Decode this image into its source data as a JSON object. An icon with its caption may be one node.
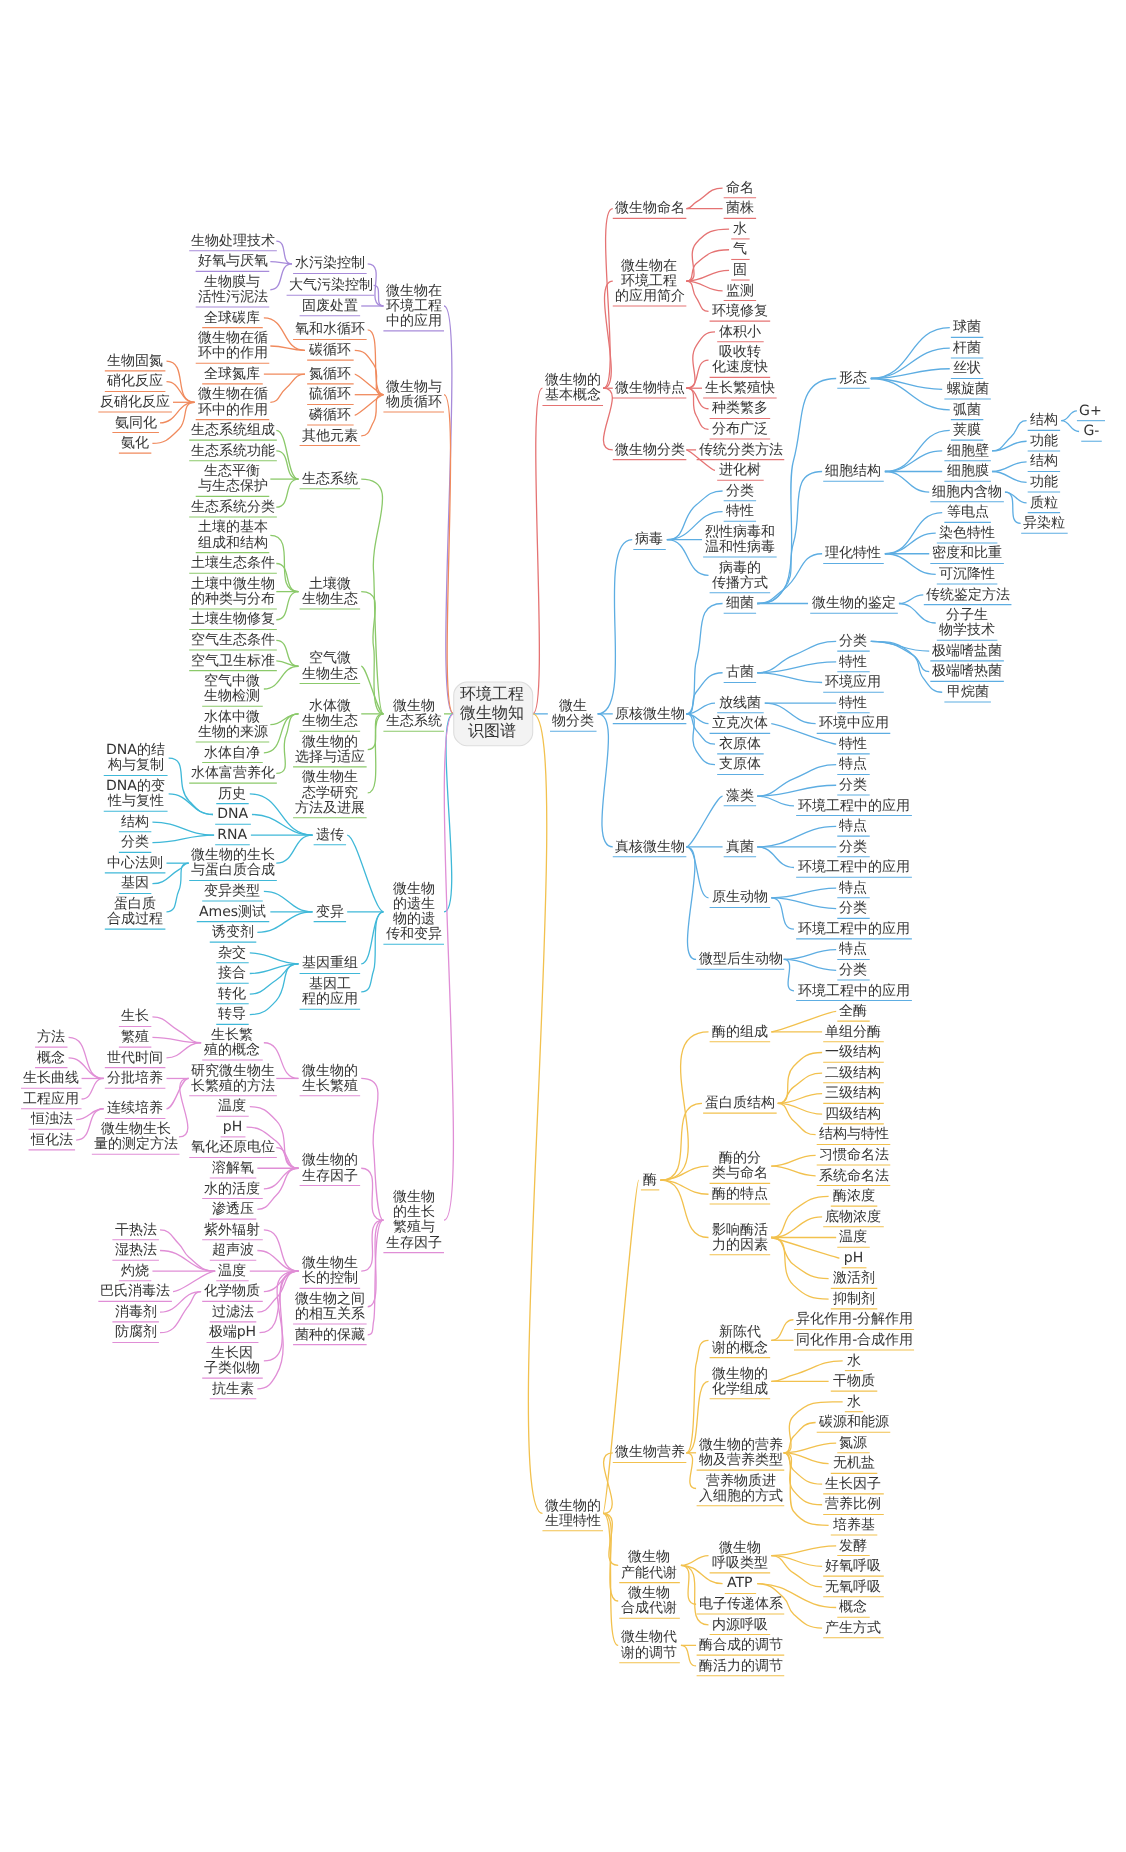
{
  "diagram": {
    "nodes": [
      {
        "text": [
          "环境工程微生物知识图谱"
        ]
      },
      {
        "text": [
          "微生物的基本概念"
        ]
      },
      {
        "text": [
          "微生物命名"
        ]
      },
      {
        "text": [
          "命名"
        ]
      },
      {
        "text": [
          "菌株"
        ]
      },
      {
        "text": [
          "微生物在环境工程的应用简介"
        ]
      },
      {
        "text": [
          "水"
        ]
      },
      {
        "text": [
          "气"
        ]
      },
      {
        "text": [
          "固"
        ]
      },
      {
        "text": [
          "监测"
        ]
      },
      {
        "text": [
          "环境修复"
        ]
      },
      {
        "text": [
          "微生物特点"
        ]
      },
      {
        "text": [
          "体积小"
        ]
      },
      {
        "text": [
          "吸收转化速度快"
        ]
      },
      {
        "text": [
          "生长繁殖快"
        ]
      },
      {
        "text": [
          "种类繁多"
        ]
      },
      {
        "text": [
          "分布广泛"
        ]
      },
      {
        "text": [
          "微生物分类"
        ]
      },
      {
        "text": [
          "传统分类方法"
        ]
      },
      {
        "text": [
          "进化树"
        ]
      },
      {
        "text": [
          "微生物分类"
        ]
      },
      {
        "text": [
          "病毒"
        ]
      },
      {
        "text": [
          "分类"
        ]
      },
      {
        "text": [
          "特性"
        ]
      },
      {
        "text": [
          "烈性病毒和温和性病毒"
        ]
      },
      {
        "text": [
          "病毒的传播方式"
        ]
      },
      {
        "text": [
          "原核微生物"
        ]
      },
      {
        "text": [
          "细菌"
        ]
      },
      {
        "text": [
          "形态"
        ]
      },
      {
        "text": [
          "球菌"
        ]
      },
      {
        "text": [
          "杆菌"
        ]
      },
      {
        "text": [
          "丝状"
        ]
      },
      {
        "text": [
          "螺旋菌"
        ]
      },
      {
        "text": [
          "弧菌"
        ]
      },
      {
        "text": [
          "细胞结构"
        ]
      },
      {
        "text": [
          "荚膜"
        ]
      },
      {
        "text": [
          "细胞壁"
        ]
      },
      {
        "text": [
          "结构"
        ]
      },
      {
        "text": [
          "G+"
        ]
      },
      {
        "text": [
          "G-"
        ]
      },
      {
        "text": [
          "功能"
        ]
      },
      {
        "text": [
          "细胞膜"
        ]
      },
      {
        "text": [
          "结构"
        ]
      },
      {
        "text": [
          "功能"
        ]
      },
      {
        "text": [
          "细胞内含物"
        ]
      },
      {
        "text": [
          "质粒"
        ]
      },
      {
        "text": [
          "异染粒"
        ]
      },
      {
        "text": [
          "理化特性"
        ]
      },
      {
        "text": [
          "等电点"
        ]
      },
      {
        "text": [
          "染色特性"
        ]
      },
      {
        "text": [
          "密度和比重"
        ]
      },
      {
        "text": [
          "可沉降性"
        ]
      },
      {
        "text": [
          "微生物的鉴定"
        ]
      },
      {
        "text": [
          "传统鉴定方法"
        ]
      },
      {
        "text": [
          "分子生物学技术"
        ]
      },
      {
        "text": [
          "古菌"
        ]
      },
      {
        "text": [
          "分类"
        ]
      },
      {
        "text": [
          "极端嗜盐菌"
        ]
      },
      {
        "text": [
          "极端嗜热菌"
        ]
      },
      {
        "text": [
          "甲烷菌"
        ]
      },
      {
        "text": [
          "特性"
        ]
      },
      {
        "text": [
          "环境应用"
        ]
      },
      {
        "text": [
          "放线菌"
        ]
      },
      {
        "text": [
          "特性"
        ]
      },
      {
        "text": [
          "环境中应用"
        ]
      },
      {
        "text": [
          "立克次体"
        ]
      },
      {
        "text": [
          "特性"
        ]
      },
      {
        "text": [
          "衣原体"
        ]
      },
      {
        "text": [
          "支原体"
        ]
      },
      {
        "text": [
          "真核微生物"
        ]
      },
      {
        "text": [
          "藻类"
        ]
      },
      {
        "text": [
          "特点"
        ]
      },
      {
        "text": [
          "分类"
        ]
      },
      {
        "text": [
          "环境工程中的应用"
        ]
      },
      {
        "text": [
          "真菌"
        ]
      },
      {
        "text": [
          "特点"
        ]
      },
      {
        "text": [
          "分类"
        ]
      },
      {
        "text": [
          "环境工程中的应用"
        ]
      },
      {
        "text": [
          "原生动物"
        ]
      },
      {
        "text": [
          "特点"
        ]
      },
      {
        "text": [
          "分类"
        ]
      },
      {
        "text": [
          "环境工程中的应用"
        ]
      },
      {
        "text": [
          "微型后生动物"
        ]
      },
      {
        "text": [
          "特点"
        ]
      },
      {
        "text": [
          "分类"
        ]
      },
      {
        "text": [
          "环境工程中的应用"
        ]
      },
      {
        "text": [
          "微生物的生理特性"
        ]
      },
      {
        "text": [
          "酶"
        ]
      },
      {
        "text": [
          "酶的组成"
        ]
      },
      {
        "text": [
          "全酶"
        ]
      },
      {
        "text": [
          "单组分酶"
        ]
      },
      {
        "text": [
          "蛋白质结构"
        ]
      },
      {
        "text": [
          "一级结构"
        ]
      },
      {
        "text": [
          "二级结构"
        ]
      },
      {
        "text": [
          "三级结构"
        ]
      },
      {
        "text": [
          "四级结构"
        ]
      },
      {
        "text": [
          "结构与特性"
        ]
      },
      {
        "text": [
          "酶的分类与命名"
        ]
      },
      {
        "text": [
          "习惯命名法"
        ]
      },
      {
        "text": [
          "系统命名法"
        ]
      },
      {
        "text": [
          "酶的特点"
        ]
      },
      {
        "text": [
          "影响酶活力的因素"
        ]
      },
      {
        "text": [
          "酶浓度"
        ]
      },
      {
        "text": [
          "底物浓度"
        ]
      },
      {
        "text": [
          "温度"
        ]
      },
      {
        "text": [
          "pH"
        ]
      },
      {
        "text": [
          "激活剂"
        ]
      },
      {
        "text": [
          "抑制剂"
        ]
      },
      {
        "text": [
          "微生物营养"
        ]
      },
      {
        "text": [
          "新陈代谢的概念"
        ]
      },
      {
        "text": [
          "异化作用-分解作用"
        ]
      },
      {
        "text": [
          "同化作用-合成作用"
        ]
      },
      {
        "text": [
          "微生物的化学组成"
        ]
      },
      {
        "text": [
          "水"
        ]
      },
      {
        "text": [
          "干物质"
        ]
      },
      {
        "text": [
          "微生物的营养物及营养类型"
        ]
      },
      {
        "text": [
          "水"
        ]
      },
      {
        "text": [
          "碳源和能源"
        ]
      },
      {
        "text": [
          "氮源"
        ]
      },
      {
        "text": [
          "无机盐"
        ]
      },
      {
        "text": [
          "生长因子"
        ]
      },
      {
        "text": [
          "营养比例"
        ]
      },
      {
        "text": [
          "培养基"
        ]
      },
      {
        "text": [
          "营养物质进入细胞的方式"
        ]
      },
      {
        "text": [
          "微生物产能代谢"
        ]
      },
      {
        "text": [
          "微生物呼吸类型"
        ]
      },
      {
        "text": [
          "发酵"
        ]
      },
      {
        "text": [
          "好氧呼吸"
        ]
      },
      {
        "text": [
          "无氧呼吸"
        ]
      },
      {
        "text": [
          "ATP"
        ]
      },
      {
        "text": [
          "概念"
        ]
      },
      {
        "text": [
          "产生方式"
        ]
      },
      {
        "text": [
          "电子传递体系"
        ]
      },
      {
        "text": [
          "内源呼吸"
        ]
      },
      {
        "text": [
          "微生物合成代谢"
        ]
      },
      {
        "text": [
          "微生物代谢的调节"
        ]
      },
      {
        "text": [
          "酶合成的调节"
        ]
      },
      {
        "text": [
          "酶活力的调节"
        ]
      },
      {
        "text": [
          "微生物在环境工程中的应用"
        ]
      },
      {
        "text": [
          "水污染控制"
        ]
      },
      {
        "text": [
          "生物处理技术"
        ]
      },
      {
        "text": [
          "好氧与厌氧"
        ]
      },
      {
        "text": [
          "生物膜与活性污泥法"
        ]
      },
      {
        "text": [
          "大气污染控制"
        ]
      },
      {
        "text": [
          "固废处置"
        ]
      },
      {
        "text": [
          "微生物与物质循环"
        ]
      },
      {
        "text": [
          "氧和水循环"
        ]
      },
      {
        "text": [
          "碳循环"
        ]
      },
      {
        "text": [
          "全球碳库"
        ]
      },
      {
        "text": [
          "微生物在循环中的作用"
        ]
      },
      {
        "text": [
          "氮循环"
        ]
      },
      {
        "text": [
          "全球氮库"
        ]
      },
      {
        "text": [
          "微生物在循环中的作用"
        ]
      },
      {
        "text": [
          "生物固氮"
        ]
      },
      {
        "text": [
          "硝化反应"
        ]
      },
      {
        "text": [
          "反硝化反应"
        ]
      },
      {
        "text": [
          "氨同化"
        ]
      },
      {
        "text": [
          "氨化"
        ]
      },
      {
        "text": [
          "硫循环"
        ]
      },
      {
        "text": [
          "磷循环"
        ]
      },
      {
        "text": [
          "其他元素"
        ]
      },
      {
        "text": [
          "微生物生态系统"
        ]
      },
      {
        "text": [
          "生态系统"
        ]
      },
      {
        "text": [
          "生态系统组成"
        ]
      },
      {
        "text": [
          "生态系统功能"
        ]
      },
      {
        "text": [
          "生态平衡与生态保护"
        ]
      },
      {
        "text": [
          "生态系统分类"
        ]
      },
      {
        "text": [
          "土壤微生物生态"
        ]
      },
      {
        "text": [
          "土壤的基本组成和结构"
        ]
      },
      {
        "text": [
          "土壤生态条件"
        ]
      },
      {
        "text": [
          "土壤中微生物的种类与分布"
        ]
      },
      {
        "text": [
          "土壤生物修复"
        ]
      },
      {
        "text": [
          "空气微生物生态"
        ]
      },
      {
        "text": [
          "空气生态条件"
        ]
      },
      {
        "text": [
          "空气卫生标准"
        ]
      },
      {
        "text": [
          "空气中微生物检测"
        ]
      },
      {
        "text": [
          "水体微生物生态"
        ]
      },
      {
        "text": [
          "水体中微生物的来源"
        ]
      },
      {
        "text": [
          "水体自净"
        ]
      },
      {
        "text": [
          "水体富营养化"
        ]
      },
      {
        "text": [
          "微生物的选择与适应"
        ]
      },
      {
        "text": [
          "微生物生态学研究方法及进展"
        ]
      },
      {
        "text": [
          "微生物的遗生物的遗传和变异"
        ]
      },
      {
        "text": [
          "遗传"
        ]
      },
      {
        "text": [
          "历史"
        ]
      },
      {
        "text": [
          "DNA"
        ]
      },
      {
        "text": [
          "DNA的结构与复制"
        ]
      },
      {
        "text": [
          "DNA的变性与复性"
        ]
      },
      {
        "text": [
          "RNA"
        ]
      },
      {
        "text": [
          "结构"
        ]
      },
      {
        "text": [
          "分类"
        ]
      },
      {
        "text": [
          "微生物的生长与蛋白质合成"
        ]
      },
      {
        "text": [
          "中心法则"
        ]
      },
      {
        "text": [
          "基因"
        ]
      },
      {
        "text": [
          "蛋白质合成过程"
        ]
      },
      {
        "text": [
          "变异"
        ]
      },
      {
        "text": [
          "变异类型"
        ]
      },
      {
        "text": [
          "Ames测试"
        ]
      },
      {
        "text": [
          "诱变剂"
        ]
      },
      {
        "text": [
          "基因重组"
        ]
      },
      {
        "text": [
          "杂交"
        ]
      },
      {
        "text": [
          "接合"
        ]
      },
      {
        "text": [
          "转化"
        ]
      },
      {
        "text": [
          "转导"
        ]
      },
      {
        "text": [
          "基因工程的应用"
        ]
      },
      {
        "text": [
          "微生物的生长繁殖与生存因子"
        ]
      },
      {
        "text": [
          "微生物的生长繁殖"
        ]
      },
      {
        "text": [
          "生长繁殖的概念"
        ]
      },
      {
        "text": [
          "生长"
        ]
      },
      {
        "text": [
          "繁殖"
        ]
      },
      {
        "text": [
          "世代时间"
        ]
      },
      {
        "text": [
          "研究微生物生长繁殖的方法"
        ]
      },
      {
        "text": [
          "分批培养"
        ]
      },
      {
        "text": [
          "方法"
        ]
      },
      {
        "text": [
          "概念"
        ]
      },
      {
        "text": [
          "生长曲线"
        ]
      },
      {
        "text": [
          "工程应用"
        ]
      },
      {
        "text": [
          "连续培养"
        ]
      },
      {
        "text": [
          "恒浊法"
        ]
      },
      {
        "text": [
          "恒化法"
        ]
      },
      {
        "text": [
          "微生物生长量的测定方法"
        ]
      },
      {
        "text": [
          "微生物的生存因子"
        ]
      },
      {
        "text": [
          "温度"
        ]
      },
      {
        "text": [
          "pH"
        ]
      },
      {
        "text": [
          "氧化还原电位"
        ]
      },
      {
        "text": [
          "溶解氧"
        ]
      },
      {
        "text": [
          "水的活度"
        ]
      },
      {
        "text": [
          "渗透压"
        ]
      },
      {
        "text": [
          "微生物生长的控制"
        ]
      },
      {
        "text": [
          "紫外辐射"
        ]
      },
      {
        "text": [
          "超声波"
        ]
      },
      {
        "text": [
          "温度"
        ]
      },
      {
        "text": [
          "干热法"
        ]
      },
      {
        "text": [
          "湿热法"
        ]
      },
      {
        "text": [
          "灼烧"
        ]
      },
      {
        "text": [
          "巴氏消毒法"
        ]
      },
      {
        "text": [
          "化学物质"
        ]
      },
      {
        "text": [
          "消毒剂"
        ]
      },
      {
        "text": [
          "防腐剂"
        ]
      },
      {
        "text": [
          "过滤法"
        ]
      },
      {
        "text": [
          "极端pH"
        ]
      },
      {
        "text": [
          "生长因子类似物"
        ]
      },
      {
        "text": [
          "抗生素"
        ]
      },
      {
        "text": [
          "微生物之间的相互关系"
        ]
      },
      {
        "text": [
          "菌种的保藏"
        ]
      }
    ],
    "edges": [
      {
        "from": 0,
        "to": 1,
        "arrow": "none",
        "color": "#e57373"
      },
      {
        "from": 1,
        "to": 2,
        "arrow": "none",
        "color": "#e57373"
      },
      {
        "from": 2,
        "to": 3,
        "arrow": "none",
        "color": "#e57373"
      },
      {
        "from": 2,
        "to": 4,
        "arrow": "none",
        "color": "#e57373"
      },
      {
        "from": 1,
        "to": 5,
        "arrow": "none",
        "color": "#e57373"
      },
      {
        "from": 5,
        "to": 6,
        "arrow": "none",
        "color": "#e57373"
      },
      {
        "from": 5,
        "to": 7,
        "arrow": "none",
        "color": "#e57373"
      },
      {
        "from": 5,
        "to": 8,
        "arrow": "none",
        "color": "#e57373"
      },
      {
        "from": 5,
        "to": 9,
        "arrow": "none",
        "color": "#e57373"
      },
      {
        "from": 5,
        "to": 10,
        "arrow": "none",
        "color": "#e57373"
      },
      {
        "from": 1,
        "to": 11,
        "arrow": "none",
        "color": "#e57373"
      },
      {
        "from": 11,
        "to": 12,
        "arrow": "none",
        "color": "#e57373"
      },
      {
        "from": 11,
        "to": 13,
        "arrow": "none",
        "color": "#e57373"
      },
      {
        "from": 11,
        "to": 14,
        "arrow": "none",
        "color": "#e57373"
      },
      {
        "from": 11,
        "to": 15,
        "arrow": "none",
        "color": "#e57373"
      },
      {
        "from": 11,
        "to": 16,
        "arrow": "none",
        "color": "#e57373"
      },
      {
        "from": 1,
        "to": 17,
        "arrow": "none",
        "color": "#e57373"
      },
      {
        "from": 17,
        "to": 18,
        "arrow": "none",
        "color": "#e57373"
      },
      {
        "from": 17,
        "to": 19,
        "arrow": "none",
        "color": "#e57373"
      },
      {
        "from": 0,
        "to": 20,
        "arrow": "none"
      },
      {
        "from": 20,
        "to": 21,
        "arrow": "none"
      },
      {
        "from": 21,
        "to": 22,
        "arrow": "none"
      },
      {
        "from": 21,
        "to": 23,
        "arrow": "none"
      },
      {
        "from": 21,
        "to": 24,
        "arrow": "none"
      },
      {
        "from": 21,
        "to": 25,
        "arrow": "none"
      },
      {
        "from": 20,
        "to": 26,
        "arrow": "none"
      },
      {
        "from": 26,
        "to": 27,
        "arrow": "none"
      },
      {
        "from": 27,
        "to": 28,
        "arrow": "none"
      },
      {
        "from": 28,
        "to": 29,
        "arrow": "none"
      },
      {
        "from": 28,
        "to": 30,
        "arrow": "none"
      },
      {
        "from": 28,
        "to": 31,
        "arrow": "none"
      },
      {
        "from": 28,
        "to": 32,
        "arrow": "none"
      },
      {
        "from": 28,
        "to": 33,
        "arrow": "none"
      },
      {
        "from": 27,
        "to": 34,
        "arrow": "none"
      },
      {
        "from": 34,
        "to": 35,
        "arrow": "none"
      },
      {
        "from": 34,
        "to": 36,
        "arrow": "none"
      },
      {
        "from": 36,
        "to": 37,
        "arrow": "none"
      },
      {
        "from": 37,
        "to": 38,
        "arrow": "none"
      },
      {
        "from": 37,
        "to": 39,
        "arrow": "none"
      },
      {
        "from": 36,
        "to": 40,
        "arrow": "none"
      },
      {
        "from": 34,
        "to": 41,
        "arrow": "none"
      },
      {
        "from": 41,
        "to": 42,
        "arrow": "none"
      },
      {
        "from": 41,
        "to": 43,
        "arrow": "none"
      },
      {
        "from": 34,
        "to": 44,
        "arrow": "none"
      },
      {
        "from": 44,
        "to": 45,
        "arrow": "none"
      },
      {
        "from": 44,
        "to": 46,
        "arrow": "none"
      },
      {
        "from": 27,
        "to": 47,
        "arrow": "none"
      },
      {
        "from": 47,
        "to": 48,
        "arrow": "none"
      },
      {
        "from": 47,
        "to": 49,
        "arrow": "none"
      },
      {
        "from": 47,
        "to": 50,
        "arrow": "none"
      },
      {
        "from": 47,
        "to": 51,
        "arrow": "none"
      },
      {
        "from": 27,
        "to": 52,
        "arrow": "none"
      },
      {
        "from": 52,
        "to": 53,
        "arrow": "none"
      },
      {
        "from": 52,
        "to": 54,
        "arrow": "none"
      },
      {
        "from": 26,
        "to": 55,
        "arrow": "none"
      },
      {
        "from": 55,
        "to": 56,
        "arrow": "none"
      },
      {
        "from": 56,
        "to": 57,
        "arrow": "none"
      },
      {
        "from": 56,
        "to": 58,
        "arrow": "none"
      },
      {
        "from": 56,
        "to": 59,
        "arrow": "none"
      },
      {
        "from": 55,
        "to": 60,
        "arrow": "none"
      },
      {
        "from": 55,
        "to": 61,
        "arrow": "none"
      },
      {
        "from": 26,
        "to": 62,
        "arrow": "none"
      },
      {
        "from": 62,
        "to": 63,
        "arrow": "none"
      },
      {
        "from": 62,
        "to": 64,
        "arrow": "none"
      },
      {
        "from": 26,
        "to": 65,
        "arrow": "none"
      },
      {
        "from": 65,
        "to": 66,
        "arrow": "none"
      },
      {
        "from": 26,
        "to": 67,
        "arrow": "none"
      },
      {
        "from": 26,
        "to": 68,
        "arrow": "none"
      },
      {
        "from": 20,
        "to": 69,
        "arrow": "none"
      },
      {
        "from": 69,
        "to": 70,
        "arrow": "none"
      },
      {
        "from": 70,
        "to": 71,
        "arrow": "none"
      },
      {
        "from": 70,
        "to": 72,
        "arrow": "none"
      },
      {
        "from": 70,
        "to": 73,
        "arrow": "none"
      },
      {
        "from": 69,
        "to": 74,
        "arrow": "none"
      },
      {
        "from": 74,
        "to": 75,
        "arrow": "none"
      },
      {
        "from": 74,
        "to": 76,
        "arrow": "none"
      },
      {
        "from": 74,
        "to": 77,
        "arrow": "none"
      },
      {
        "from": 69,
        "to": 78,
        "arrow": "none"
      },
      {
        "from": 78,
        "to": 79,
        "arrow": "none"
      },
      {
        "from": 78,
        "to": 80,
        "arrow": "none"
      },
      {
        "from": 78,
        "to": 81,
        "arrow": "none"
      },
      {
        "from": 69,
        "to": 82,
        "arrow": "none"
      },
      {
        "from": 82,
        "to": 83,
        "arrow": "none"
      },
      {
        "from": 82,
        "to": 84,
        "arrow": "none"
      },
      {
        "from": 82,
        "to": 85,
        "arrow": "none"
      },
      {
        "from": 0,
        "to": 86,
        "arrow": "none",
        "color": "#f2c14e"
      },
      {
        "from": 86,
        "to": 87,
        "arrow": "none",
        "color": "#f2c14e"
      },
      {
        "from": 87,
        "to": 88,
        "arrow": "none",
        "color": "#f2c14e"
      },
      {
        "from": 88,
        "to": 89,
        "arrow": "none",
        "color": "#f2c14e"
      },
      {
        "from": 88,
        "to": 90,
        "arrow": "none",
        "color": "#f2c14e"
      },
      {
        "from": 87,
        "to": 91,
        "arrow": "none",
        "color": "#f2c14e"
      },
      {
        "from": 91,
        "to": 92,
        "arrow": "none",
        "color": "#f2c14e"
      },
      {
        "from": 91,
        "to": 93,
        "arrow": "none",
        "color": "#f2c14e"
      },
      {
        "from": 91,
        "to": 94,
        "arrow": "none",
        "color": "#f2c14e"
      },
      {
        "from": 91,
        "to": 95,
        "arrow": "none",
        "color": "#f2c14e"
      },
      {
        "from": 91,
        "to": 96,
        "arrow": "none",
        "color": "#f2c14e"
      },
      {
        "from": 87,
        "to": 97,
        "arrow": "none",
        "color": "#f2c14e"
      },
      {
        "from": 97,
        "to": 98,
        "arrow": "none",
        "color": "#f2c14e"
      },
      {
        "from": 97,
        "to": 99,
        "arrow": "none",
        "color": "#f2c14e"
      },
      {
        "from": 87,
        "to": 100,
        "arrow": "none",
        "color": "#f2c14e"
      },
      {
        "from": 87,
        "to": 101,
        "arrow": "none",
        "color": "#f2c14e"
      },
      {
        "from": 101,
        "to": 102,
        "arrow": "none",
        "color": "#f2c14e"
      },
      {
        "from": 101,
        "to": 103,
        "arrow": "none",
        "color": "#f2c14e"
      },
      {
        "from": 101,
        "to": 104,
        "arrow": "none",
        "color": "#f2c14e"
      },
      {
        "from": 101,
        "to": 105,
        "arrow": "none",
        "color": "#f2c14e"
      },
      {
        "from": 101,
        "to": 106,
        "arrow": "none",
        "color": "#f2c14e"
      },
      {
        "from": 101,
        "to": 107,
        "arrow": "none",
        "color": "#f2c14e"
      },
      {
        "from": 86,
        "to": 108,
        "arrow": "none",
        "color": "#f2c14e"
      },
      {
        "from": 108,
        "to": 109,
        "arrow": "none",
        "color": "#f2c14e"
      },
      {
        "from": 109,
        "to": 110,
        "arrow": "none",
        "color": "#f2c14e"
      },
      {
        "from": 109,
        "to": 111,
        "arrow": "none",
        "color": "#f2c14e"
      },
      {
        "from": 108,
        "to": 112,
        "arrow": "none",
        "color": "#f2c14e"
      },
      {
        "from": 112,
        "to": 113,
        "arrow": "none",
        "color": "#f2c14e"
      },
      {
        "from": 112,
        "to": 114,
        "arrow": "none",
        "color": "#f2c14e"
      },
      {
        "from": 108,
        "to": 115,
        "arrow": "none",
        "color": "#f2c14e"
      },
      {
        "from": 115,
        "to": 116,
        "arrow": "none",
        "color": "#f2c14e"
      },
      {
        "from": 115,
        "to": 117,
        "arrow": "none",
        "color": "#f2c14e"
      },
      {
        "from": 115,
        "to": 118,
        "arrow": "none",
        "color": "#f2c14e"
      },
      {
        "from": 115,
        "to": 119,
        "arrow": "none",
        "color": "#f2c14e"
      },
      {
        "from": 115,
        "to": 120,
        "arrow": "none",
        "color": "#f2c14e"
      },
      {
        "from": 115,
        "to": 121,
        "arrow": "none",
        "color": "#f2c14e"
      },
      {
        "from": 115,
        "to": 122,
        "arrow": "none",
        "color": "#f2c14e"
      },
      {
        "from": 108,
        "to": 123,
        "arrow": "none",
        "color": "#f2c14e"
      },
      {
        "from": 86,
        "to": 124,
        "arrow": "none",
        "color": "#f2c14e"
      },
      {
        "from": 124,
        "to": 125,
        "arrow": "none",
        "color": "#f2c14e"
      },
      {
        "from": 125,
        "to": 126,
        "arrow": "none",
        "color": "#f2c14e"
      },
      {
        "from": 125,
        "to": 127,
        "arrow": "none",
        "color": "#f2c14e"
      },
      {
        "from": 125,
        "to": 128,
        "arrow": "none",
        "color": "#f2c14e"
      },
      {
        "from": 124,
        "to": 129,
        "arrow": "none",
        "color": "#f2c14e"
      },
      {
        "from": 129,
        "to": 130,
        "arrow": "none",
        "color": "#f2c14e"
      },
      {
        "from": 129,
        "to": 131,
        "arrow": "none",
        "color": "#f2c14e"
      },
      {
        "from": 124,
        "to": 132,
        "arrow": "none",
        "color": "#f2c14e"
      },
      {
        "from": 124,
        "to": 133,
        "arrow": "none",
        "color": "#f2c14e"
      },
      {
        "from": 86,
        "to": 134,
        "arrow": "none",
        "color": "#f2c14e"
      },
      {
        "from": 86,
        "to": 135,
        "arrow": "none",
        "color": "#f2c14e"
      },
      {
        "from": 135,
        "to": 136,
        "arrow": "none",
        "color": "#f2c14e"
      },
      {
        "from": 135,
        "to": 137,
        "arrow": "none",
        "color": "#f2c14e"
      },
      {
        "from": 0,
        "to": 138,
        "arrow": "none",
        "color": "#a78bda"
      },
      {
        "from": 138,
        "to": 139,
        "arrow": "none",
        "color": "#a78bda"
      },
      {
        "from": 139,
        "to": 140,
        "arrow": "none",
        "color": "#a78bda"
      },
      {
        "from": 139,
        "to": 141,
        "arrow": "none",
        "color": "#a78bda"
      },
      {
        "from": 139,
        "to": 142,
        "arrow": "none",
        "color": "#a78bda"
      },
      {
        "from": 138,
        "to": 143,
        "arrow": "none",
        "color": "#a78bda"
      },
      {
        "from": 138,
        "to": 144,
        "arrow": "none",
        "color": "#a78bda"
      },
      {
        "from": 0,
        "to": 145,
        "arrow": "none",
        "color": "#f08a5d"
      },
      {
        "from": 145,
        "to": 146,
        "arrow": "none",
        "color": "#f08a5d"
      },
      {
        "from": 145,
        "to": 147,
        "arrow": "none",
        "color": "#f08a5d"
      },
      {
        "from": 147,
        "to": 148,
        "arrow": "none",
        "color": "#f08a5d"
      },
      {
        "from": 147,
        "to": 149,
        "arrow": "none",
        "color": "#f08a5d"
      },
      {
        "from": 145,
        "to": 150,
        "arrow": "none",
        "color": "#f08a5d"
      },
      {
        "from": 150,
        "to": 151,
        "arrow": "none",
        "color": "#f08a5d"
      },
      {
        "from": 150,
        "to": 152,
        "arrow": "none",
        "color": "#f08a5d"
      },
      {
        "from": 152,
        "to": 153,
        "arrow": "none",
        "color": "#f08a5d"
      },
      {
        "from": 152,
        "to": 154,
        "arrow": "none",
        "color": "#f08a5d"
      },
      {
        "from": 152,
        "to": 155,
        "arrow": "none",
        "color": "#f08a5d"
      },
      {
        "from": 152,
        "to": 156,
        "arrow": "none",
        "color": "#f08a5d"
      },
      {
        "from": 152,
        "to": 157,
        "arrow": "none",
        "color": "#f08a5d"
      },
      {
        "from": 145,
        "to": 158,
        "arrow": "none",
        "color": "#f08a5d"
      },
      {
        "from": 145,
        "to": 159,
        "arrow": "none",
        "color": "#f08a5d"
      },
      {
        "from": 145,
        "to": 160,
        "arrow": "none",
        "color": "#f08a5d"
      },
      {
        "from": 0,
        "to": 161,
        "arrow": "none",
        "color": "#8bc96a"
      },
      {
        "from": 161,
        "to": 162,
        "arrow": "none",
        "color": "#8bc96a"
      },
      {
        "from": 162,
        "to": 163,
        "arrow": "none",
        "color": "#8bc96a"
      },
      {
        "from": 162,
        "to": 164,
        "arrow": "none",
        "color": "#8bc96a"
      },
      {
        "from": 162,
        "to": 165,
        "arrow": "none",
        "color": "#8bc96a"
      },
      {
        "from": 162,
        "to": 166,
        "arrow": "none",
        "color": "#8bc96a"
      },
      {
        "from": 161,
        "to": 167,
        "arrow": "none",
        "color": "#8bc96a"
      },
      {
        "from": 167,
        "to": 168,
        "arrow": "none",
        "color": "#8bc96a"
      },
      {
        "from": 167,
        "to": 169,
        "arrow": "none",
        "color": "#8bc96a"
      },
      {
        "from": 167,
        "to": 170,
        "arrow": "none",
        "color": "#8bc96a"
      },
      {
        "from": 167,
        "to": 171,
        "arrow": "none",
        "color": "#8bc96a"
      },
      {
        "from": 161,
        "to": 172,
        "arrow": "none",
        "color": "#8bc96a"
      },
      {
        "from": 172,
        "to": 173,
        "arrow": "none",
        "color": "#8bc96a"
      },
      {
        "from": 172,
        "to": 174,
        "arrow": "none",
        "color": "#8bc96a"
      },
      {
        "from": 172,
        "to": 175,
        "arrow": "none",
        "color": "#8bc96a"
      },
      {
        "from": 161,
        "to": 176,
        "arrow": "none",
        "color": "#8bc96a"
      },
      {
        "from": 176,
        "to": 177,
        "arrow": "none",
        "color": "#8bc96a"
      },
      {
        "from": 176,
        "to": 178,
        "arrow": "none",
        "color": "#8bc96a"
      },
      {
        "from": 176,
        "to": 179,
        "arrow": "none",
        "color": "#8bc96a"
      },
      {
        "from": 161,
        "to": 180,
        "arrow": "none",
        "color": "#8bc96a"
      },
      {
        "from": 161,
        "to": 181,
        "arrow": "none",
        "color": "#8bc96a"
      },
      {
        "from": 0,
        "to": 182,
        "arrow": "none",
        "color": "#3fb8d8"
      },
      {
        "from": 182,
        "to": 183,
        "arrow": "none",
        "color": "#3fb8d8"
      },
      {
        "from": 183,
        "to": 184,
        "arrow": "none",
        "color": "#3fb8d8"
      },
      {
        "from": 183,
        "to": 185,
        "arrow": "none",
        "color": "#3fb8d8"
      },
      {
        "from": 185,
        "to": 186,
        "arrow": "none",
        "color": "#3fb8d8"
      },
      {
        "from": 185,
        "to": 187,
        "arrow": "none",
        "color": "#3fb8d8"
      },
      {
        "from": 183,
        "to": 188,
        "arrow": "none",
        "color": "#3fb8d8"
      },
      {
        "from": 188,
        "to": 189,
        "arrow": "none",
        "color": "#3fb8d8"
      },
      {
        "from": 188,
        "to": 190,
        "arrow": "none",
        "color": "#3fb8d8"
      },
      {
        "from": 183,
        "to": 191,
        "arrow": "none",
        "color": "#3fb8d8"
      },
      {
        "from": 191,
        "to": 192,
        "arrow": "none",
        "color": "#3fb8d8"
      },
      {
        "from": 191,
        "to": 193,
        "arrow": "none",
        "color": "#3fb8d8"
      },
      {
        "from": 191,
        "to": 194,
        "arrow": "none",
        "color": "#3fb8d8"
      },
      {
        "from": 182,
        "to": 195,
        "arrow": "none",
        "color": "#3fb8d8"
      },
      {
        "from": 195,
        "to": 196,
        "arrow": "none",
        "color": "#3fb8d8"
      },
      {
        "from": 195,
        "to": 197,
        "arrow": "none",
        "color": "#3fb8d8"
      },
      {
        "from": 195,
        "to": 198,
        "arrow": "none",
        "color": "#3fb8d8"
      },
      {
        "from": 182,
        "to": 199,
        "arrow": "none",
        "color": "#3fb8d8"
      },
      {
        "from": 199,
        "to": 200,
        "arrow": "none",
        "color": "#3fb8d8"
      },
      {
        "from": 199,
        "to": 201,
        "arrow": "none",
        "color": "#3fb8d8"
      },
      {
        "from": 199,
        "to": 202,
        "arrow": "none",
        "color": "#3fb8d8"
      },
      {
        "from": 199,
        "to": 203,
        "arrow": "none",
        "color": "#3fb8d8"
      },
      {
        "from": 182,
        "to": 204,
        "arrow": "none",
        "color": "#3fb8d8"
      },
      {
        "from": 0,
        "to": 205,
        "arrow": "none",
        "color": "#e08ed6"
      },
      {
        "from": 205,
        "to": 206,
        "arrow": "none",
        "color": "#e08ed6"
      },
      {
        "from": 206,
        "to": 207,
        "arrow": "none",
        "color": "#e08ed6"
      },
      {
        "from": 207,
        "to": 208,
        "arrow": "none",
        "color": "#e08ed6"
      },
      {
        "from": 207,
        "to": 209,
        "arrow": "none",
        "color": "#e08ed6"
      },
      {
        "from": 207,
        "to": 210,
        "arrow": "none",
        "color": "#e08ed6"
      },
      {
        "from": 206,
        "to": 211,
        "arrow": "none",
        "color": "#e08ed6"
      },
      {
        "from": 211,
        "to": 212,
        "arrow": "none",
        "color": "#e08ed6"
      },
      {
        "from": 212,
        "to": 213,
        "arrow": "none",
        "color": "#e08ed6"
      },
      {
        "from": 212,
        "to": 214,
        "arrow": "none",
        "color": "#e08ed6"
      },
      {
        "from": 212,
        "to": 215,
        "arrow": "none",
        "color": "#e08ed6"
      },
      {
        "from": 212,
        "to": 216,
        "arrow": "none",
        "color": "#e08ed6"
      },
      {
        "from": 211,
        "to": 217,
        "arrow": "none",
        "color": "#e08ed6"
      },
      {
        "from": 217,
        "to": 218,
        "arrow": "none",
        "color": "#e08ed6"
      },
      {
        "from": 217,
        "to": 219,
        "arrow": "none",
        "color": "#e08ed6"
      },
      {
        "from": 211,
        "to": 220,
        "arrow": "none",
        "color": "#e08ed6"
      },
      {
        "from": 205,
        "to": 221,
        "arrow": "none",
        "color": "#e08ed6"
      },
      {
        "from": 221,
        "to": 222,
        "arrow": "none",
        "color": "#e08ed6"
      },
      {
        "from": 221,
        "to": 223,
        "arrow": "none",
        "color": "#e08ed6"
      },
      {
        "from": 221,
        "to": 224,
        "arrow": "none",
        "color": "#e08ed6"
      },
      {
        "from": 221,
        "to": 225,
        "arrow": "none",
        "color": "#e08ed6"
      },
      {
        "from": 221,
        "to": 226,
        "arrow": "none",
        "color": "#e08ed6"
      },
      {
        "from": 221,
        "to": 227,
        "arrow": "none",
        "color": "#e08ed6"
      },
      {
        "from": 205,
        "to": 228,
        "arrow": "none",
        "color": "#e08ed6"
      },
      {
        "from": 228,
        "to": 229,
        "arrow": "none",
        "color": "#e08ed6"
      },
      {
        "from": 228,
        "to": 230,
        "arrow": "none",
        "color": "#e08ed6"
      },
      {
        "from": 228,
        "to": 231,
        "arrow": "none",
        "color": "#e08ed6"
      },
      {
        "from": 231,
        "to": 232,
        "arrow": "none",
        "color": "#e08ed6"
      },
      {
        "from": 231,
        "to": 233,
        "arrow": "none",
        "color": "#e08ed6"
      },
      {
        "from": 231,
        "to": 234,
        "arrow": "none",
        "color": "#e08ed6"
      },
      {
        "from": 231,
        "to": 235,
        "arrow": "none",
        "color": "#e08ed6"
      },
      {
        "from": 228,
        "to": 236,
        "arrow": "none",
        "color": "#e08ed6"
      },
      {
        "from": 236,
        "to": 237,
        "arrow": "none",
        "color": "#e08ed6"
      },
      {
        "from": 236,
        "to": 238,
        "arrow": "none",
        "color": "#e08ed6"
      },
      {
        "from": 228,
        "to": 239,
        "arrow": "none",
        "color": "#e08ed6"
      },
      {
        "from": 228,
        "to": 240,
        "arrow": "none",
        "color": "#e08ed6"
      },
      {
        "from": 228,
        "to": 241,
        "arrow": "none",
        "color": "#e08ed6"
      },
      {
        "from": 228,
        "to": 242,
        "arrow": "none",
        "color": "#e08ed6"
      },
      {
        "from": 205,
        "to": 243,
        "arrow": "none",
        "color": "#e08ed6"
      },
      {
        "from": 205,
        "to": 244,
        "arrow": "none",
        "color": "#e08ed6"
      }
    ]
  }
}
